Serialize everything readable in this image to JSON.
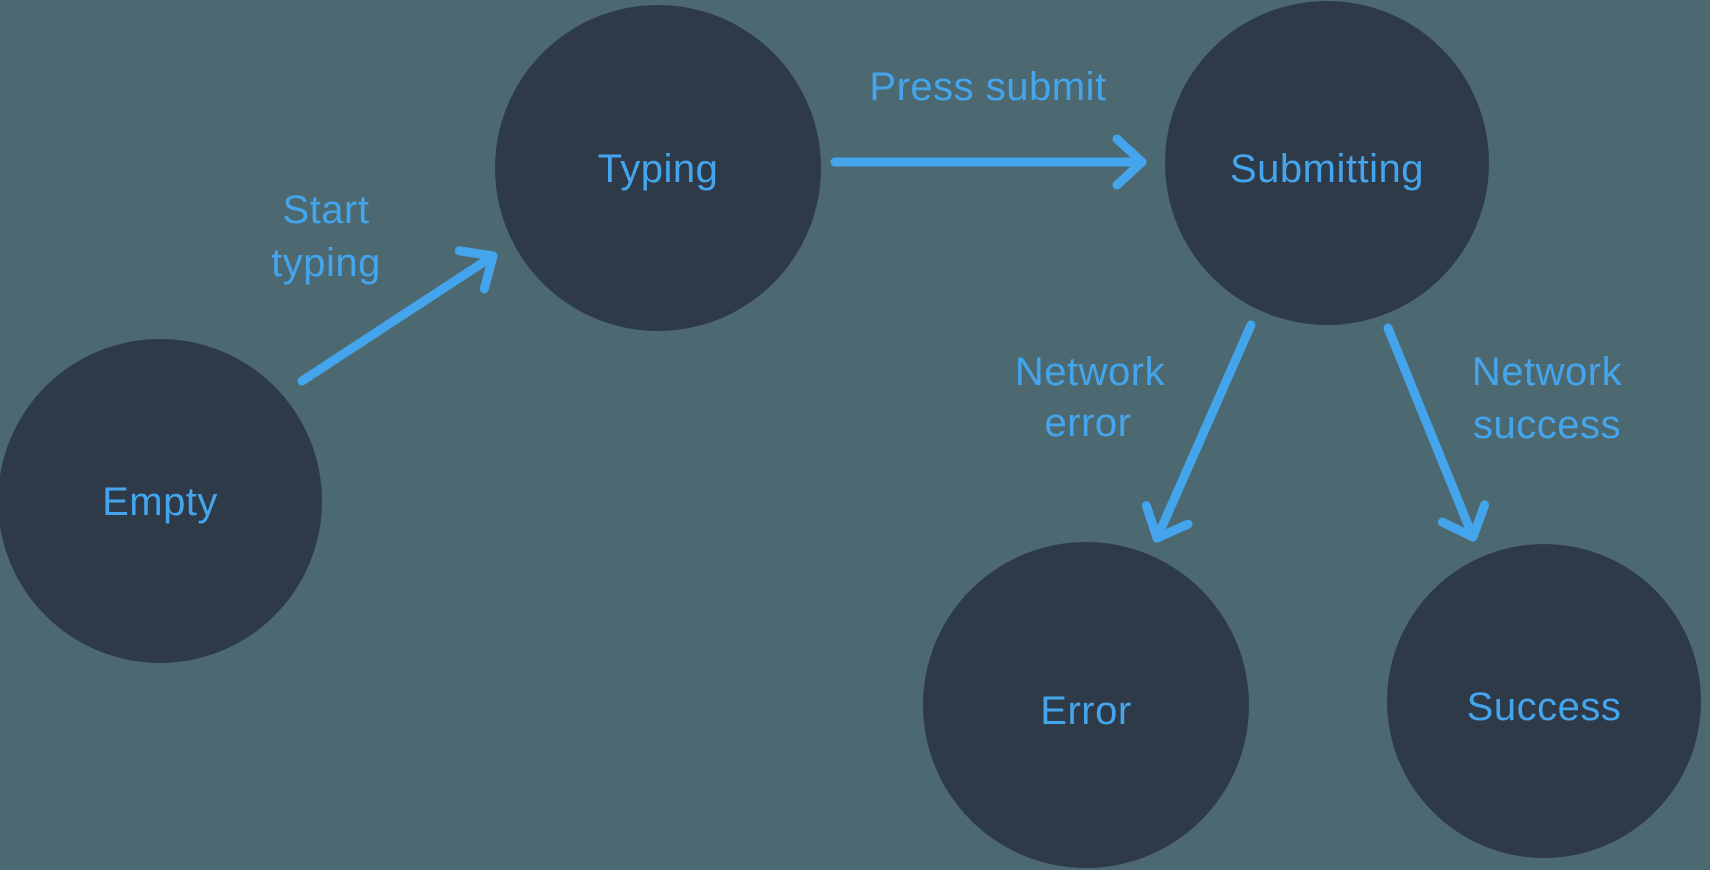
{
  "diagram": {
    "type": "state-machine",
    "colors": {
      "background": "#4c6971",
      "node_fill": "#2f3a48",
      "accent_blue": "#44a5ec"
    },
    "nodes": [
      {
        "id": "empty",
        "label": "Empty"
      },
      {
        "id": "typing",
        "label": "Typing"
      },
      {
        "id": "submitting",
        "label": "Submitting"
      },
      {
        "id": "error",
        "label": "Error"
      },
      {
        "id": "success",
        "label": "Success"
      }
    ],
    "transitions": [
      {
        "from": "Empty",
        "to": "Typing",
        "label": "Start typing",
        "label_line1": "Start",
        "label_line2": "typing"
      },
      {
        "from": "Typing",
        "to": "Submitting",
        "label": "Press submit",
        "label_line1": "Press submit",
        "label_line2": ""
      },
      {
        "from": "Submitting",
        "to": "Error",
        "label": "Network error",
        "label_line1": "Network",
        "label_line2": "error"
      },
      {
        "from": "Submitting",
        "to": "Success",
        "label": "Network success",
        "label_line1": "Network",
        "label_line2": "success"
      }
    ]
  }
}
